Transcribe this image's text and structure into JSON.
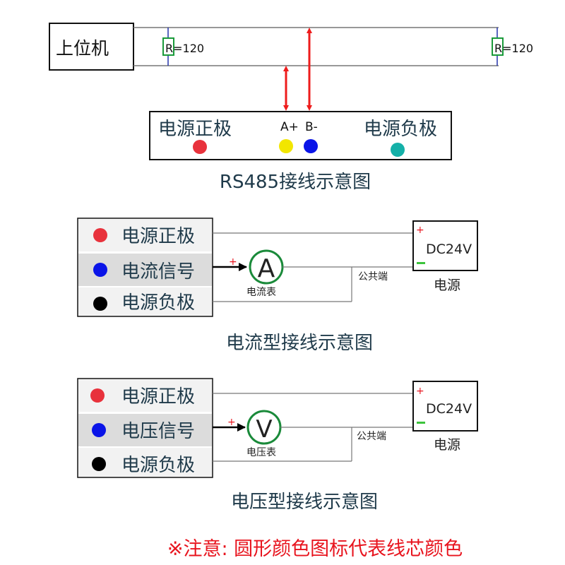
{
  "rs485": {
    "host_label": "上位机",
    "resistor_left": "R=120",
    "resistor_right": "R=120",
    "positive_label": "电源正极",
    "a_label": "A+",
    "b_label": "B-",
    "negative_label": "电源负极",
    "caption": "RS485接线示意图"
  },
  "current": {
    "row1": "电源正极",
    "row2": "电流信号",
    "row3": "电源负极",
    "meter_letter": "A",
    "meter_label": "电流表",
    "common_label": "公共端",
    "plus_sign": "+",
    "supply_plus": "+",
    "supply_minus": "−",
    "supply_text": "DC24V",
    "supply_label": "电源",
    "caption": "电流型接线示意图"
  },
  "voltage": {
    "row1": "电源正极",
    "row2": "电压信号",
    "row3": "电源负极",
    "meter_letter": "V",
    "meter_label": "电压表",
    "common_label": "公共端",
    "plus_sign": "+",
    "supply_plus": "+",
    "supply_minus": "−",
    "supply_text": "DC24V",
    "supply_label": "电源",
    "caption": "电压型接线示意图"
  },
  "note": "※注意: 圆形颜色图标代表线芯颜色",
  "colors": {
    "red_dot": "#e8323c",
    "yellow_dot": "#f2e600",
    "blue_dot": "#0a14e8",
    "teal_dot": "#14b0a8",
    "black_dot": "#000000",
    "arrow_red": "#ee1c1c",
    "meter_green": "#1a8a3a",
    "resistor_green": "#1a9a3a",
    "note_red": "#e8141e"
  }
}
